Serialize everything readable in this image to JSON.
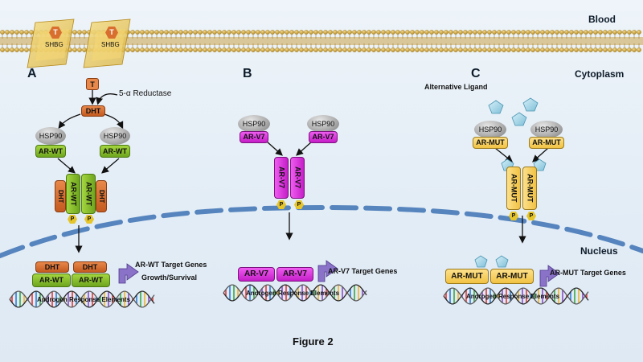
{
  "regions": {
    "blood": "Blood",
    "cytoplasm": "Cytoplasm",
    "nucleus": "Nucleus"
  },
  "figure_title": "Figure 2",
  "membrane": {
    "sex_hormone": "T",
    "binding_globulin": "SHBG"
  },
  "panel_a": {
    "letter": "A",
    "hormone": "T",
    "enzyme": "5-α Reductase",
    "product": "DHT",
    "chaperone": "HSP90",
    "receptor": "AR-WT",
    "phospho": "P",
    "target_genes": "AR-WT Target Genes",
    "outcome": "Growth/Survival",
    "response_elements": "Androgen Response Elements"
  },
  "panel_b": {
    "letter": "B",
    "chaperone": "HSP90",
    "receptor": "AR-V7",
    "phospho": "P",
    "target_genes": "AR-V7 Target Genes",
    "response_elements": "Androgen Response Elements"
  },
  "panel_c": {
    "letter": "C",
    "ligand": "Alternative Ligand",
    "chaperone": "HSP90",
    "receptor": "AR-MUT",
    "phospho": "P",
    "target_genes": "AR-MUT Target Genes",
    "response_elements": "Androgen Response Elements"
  },
  "colors": {
    "wild_type": "#8dc63f",
    "dht": "#d86f2e",
    "variant_v7": "#d535d8",
    "mutant": "#f7d166",
    "hsp90": "#9e9e9e",
    "phosphate": "#e5c52a",
    "ligand": "#a8d9ea",
    "membrane": "#c9a13a",
    "nuclear_envelope": "#3d72b4",
    "gene_arrow": "#8a72c9"
  }
}
